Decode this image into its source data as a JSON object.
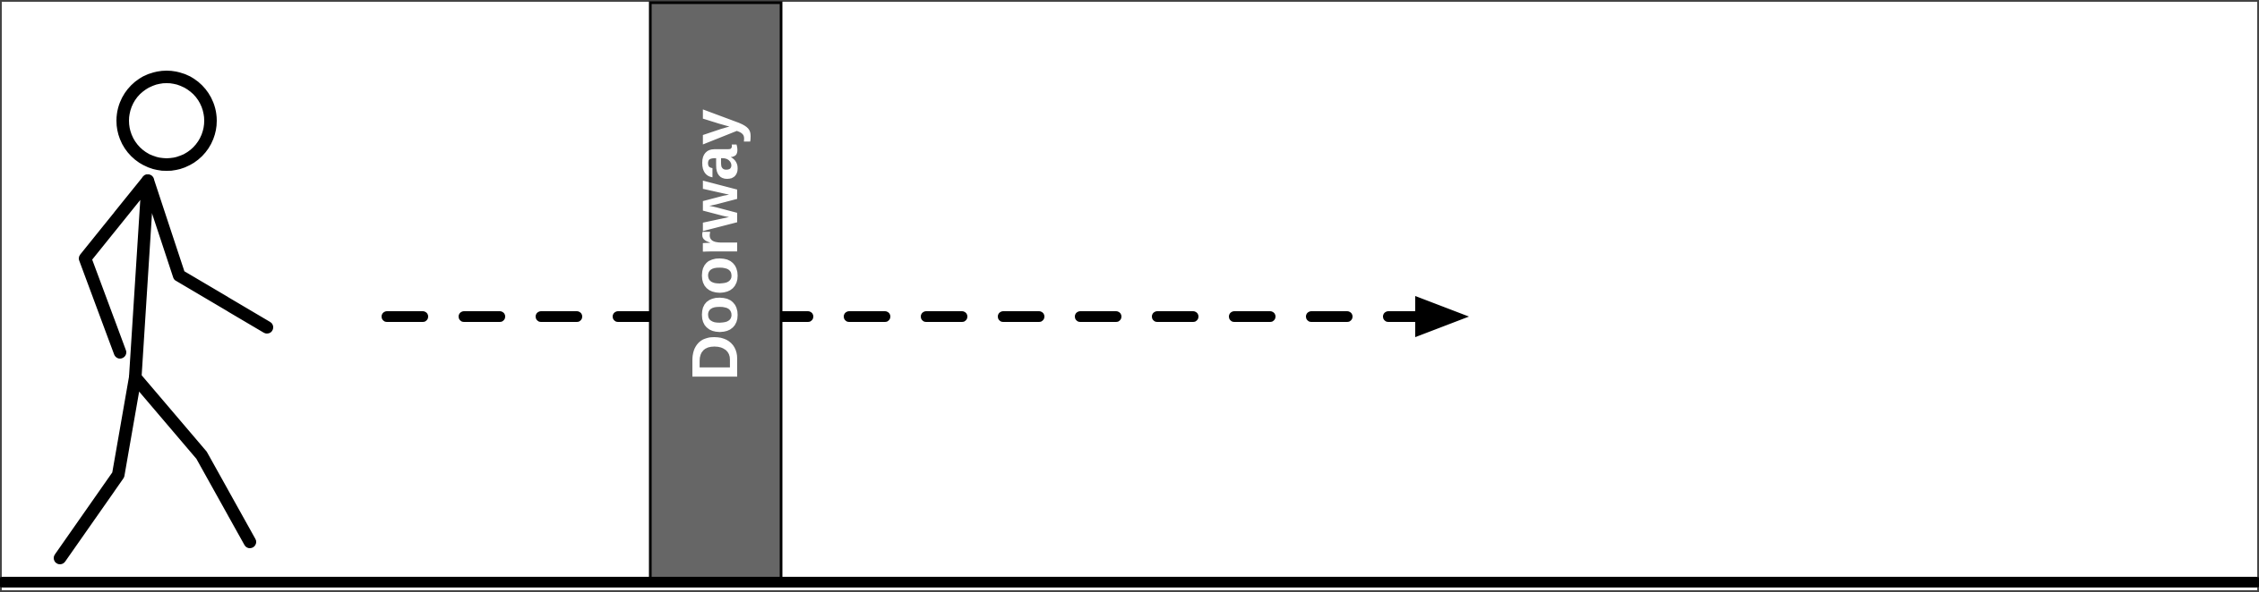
{
  "door": {
    "label": "Doorway",
    "fill_color": "#666666",
    "outline_color": "#000000"
  },
  "figure": {
    "icon": "walking-stick-figure",
    "stroke_color": "#000000"
  },
  "path": {
    "style": "dashed",
    "arrowhead": "right-arrow-icon",
    "color": "#000000"
  },
  "ground": {
    "color": "#000000"
  },
  "background_color": "#ffffff"
}
